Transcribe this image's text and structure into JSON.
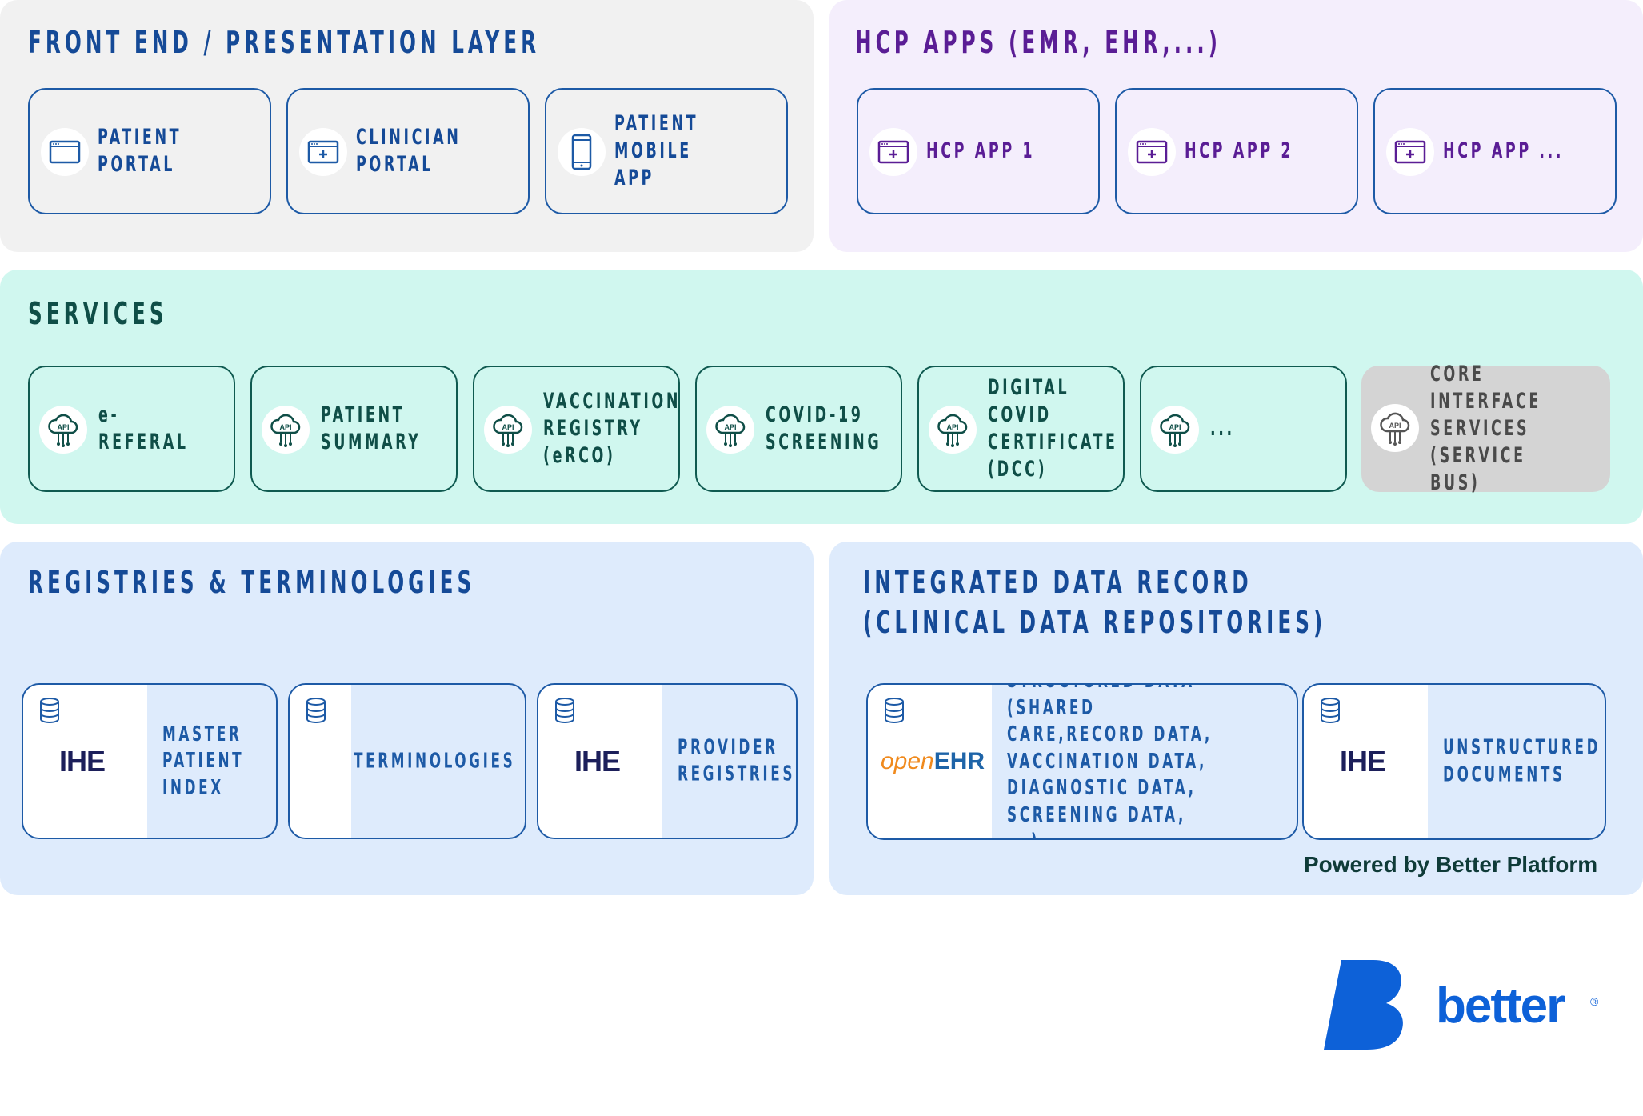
{
  "colors": {
    "front_bg": "#f1f1f1",
    "hcp_bg": "#f4eefc",
    "services_bg": "#d0f7ef",
    "lower_bg": "#deebfc",
    "blue_text": "#154a97",
    "purple_text": "#5a1d95",
    "teal_text": "#0f4e47",
    "brand": "#0d61d8"
  },
  "front_end": {
    "title": "FRONT END / PRESENTATION LAYER",
    "cards": [
      {
        "label": "PATIENT PORTAL",
        "icon": "browser-window-icon"
      },
      {
        "label": "CLINICIAN\nPORTAL",
        "icon": "browser-plus-icon"
      },
      {
        "label": "PATIENT MOBILE\nAPP",
        "icon": "mobile-phone-icon"
      }
    ]
  },
  "hcp_apps": {
    "title": "HCP APPS (EMR, EHR,...)",
    "cards": [
      {
        "label": "HCP APP 1",
        "icon": "browser-plus-icon"
      },
      {
        "label": "HCP APP 2",
        "icon": "browser-plus-icon"
      },
      {
        "label": "HCP APP ...",
        "icon": "browser-plus-icon"
      }
    ]
  },
  "services": {
    "title": "SERVICES",
    "cards": [
      {
        "label": "e-REFERAL",
        "icon": "api-cloud-icon"
      },
      {
        "label": "PATIENT\nSUMMARY",
        "icon": "api-cloud-icon"
      },
      {
        "label": "VACCINATION\nREGISTRY\n(eRCO)",
        "icon": "api-cloud-icon"
      },
      {
        "label": "COVID-19\nSCREENING",
        "icon": "api-cloud-icon"
      },
      {
        "label": "DIGITAL\nCOVID\nCERTIFICATE\n(DCC)",
        "icon": "api-cloud-icon"
      },
      {
        "label": "...",
        "icon": "api-cloud-icon"
      },
      {
        "label": "CORE\nINTERFACE\nSERVICES\n(SERVICE BUS)",
        "icon": "api-cloud-icon"
      }
    ]
  },
  "registries": {
    "title": "REGISTRIES & TERMINOLOGIES",
    "cards": [
      {
        "logo": "IHE",
        "label": "MASTER\nPATIENT\nINDEX"
      },
      {
        "logo": "",
        "label": "TERMINOLOGIES"
      },
      {
        "logo": "IHE",
        "label": "PROVIDER\nREGISTRIES"
      }
    ]
  },
  "integrated": {
    "title_line1": "INTEGRATED DATA RECORD",
    "title_line2": "(CLINICAL DATA REPOSITORIES)",
    "cards": [
      {
        "logo_part1": "open",
        "logo_part2": "EHR",
        "label": "STRUCTURED DATA (SHARED\nCARE,RECORD DATA,\nVACCINATION DATA,\nDIAGNOSTIC DATA,\nSCREENING DATA, ...)"
      },
      {
        "logo": "IHE",
        "label": "UNSTRUCTURED\nDOCUMENTS"
      }
    ],
    "powered_by": "Powered by Better Platform"
  },
  "brand": {
    "name": "better",
    "mark": "®"
  }
}
